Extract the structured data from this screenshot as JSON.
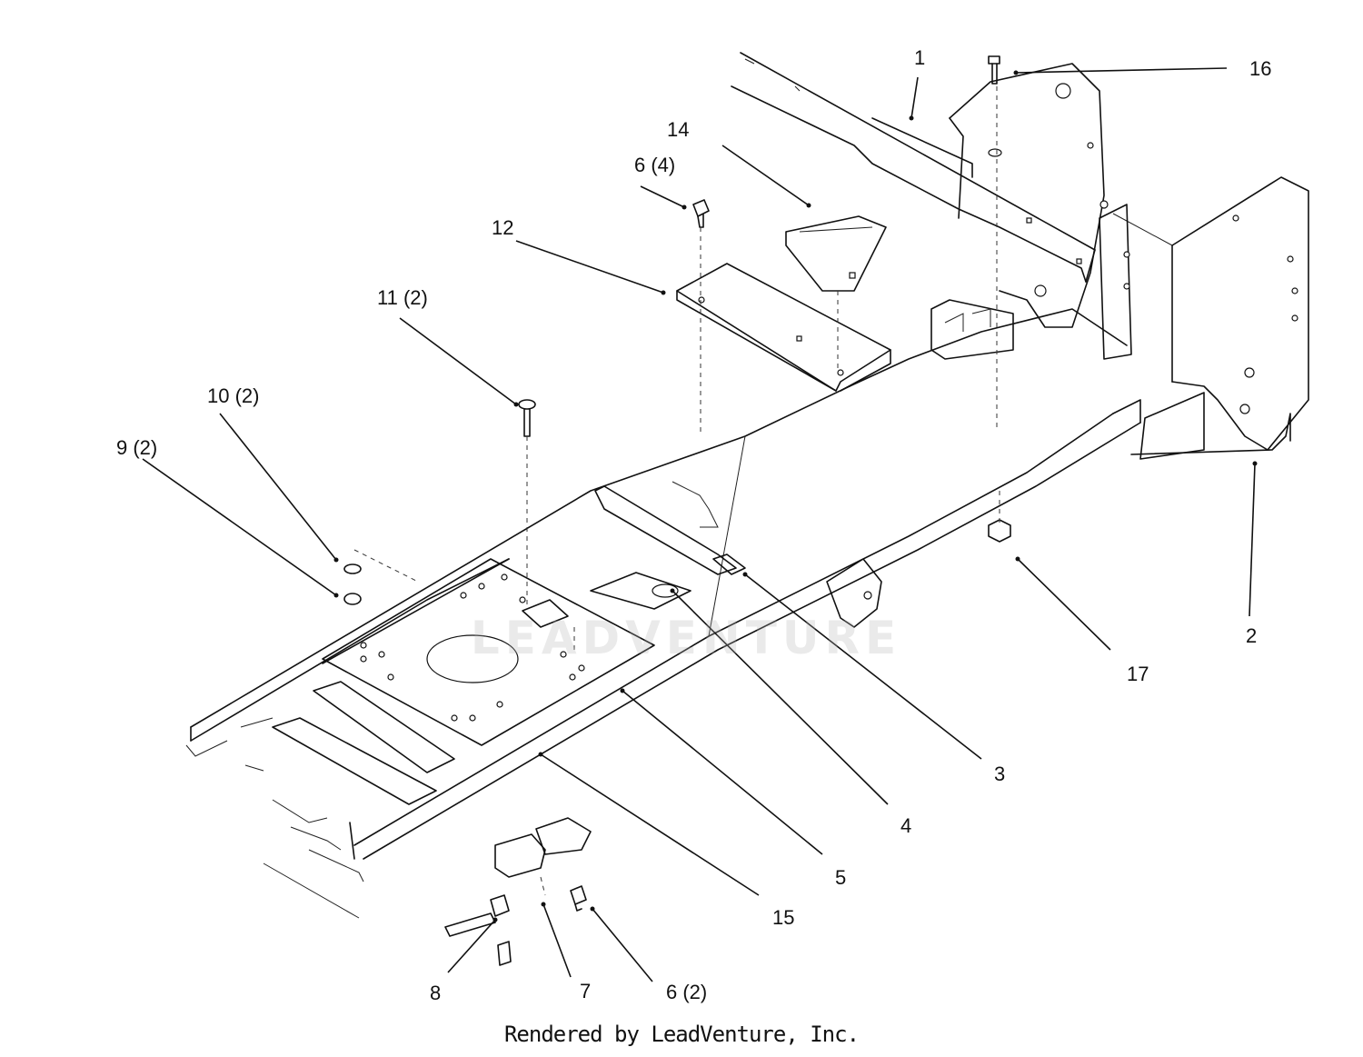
{
  "callouts": [
    {
      "id": "1",
      "text": "1"
    },
    {
      "id": "16",
      "text": "16"
    },
    {
      "id": "14",
      "text": "14"
    },
    {
      "id": "6a",
      "text": "6 (4)"
    },
    {
      "id": "12",
      "text": "12"
    },
    {
      "id": "11",
      "text": "11 (2)"
    },
    {
      "id": "10",
      "text": "10 (2)"
    },
    {
      "id": "9",
      "text": "9 (2)"
    },
    {
      "id": "2",
      "text": "2"
    },
    {
      "id": "17",
      "text": "17"
    },
    {
      "id": "3",
      "text": "3"
    },
    {
      "id": "4",
      "text": "4"
    },
    {
      "id": "5",
      "text": "5"
    },
    {
      "id": "15",
      "text": "15"
    },
    {
      "id": "8",
      "text": "8"
    },
    {
      "id": "7",
      "text": "7"
    },
    {
      "id": "6b",
      "text": "6 (2)"
    }
  ],
  "watermark": "LEADVENTURE",
  "credit": "Rendered by LeadVenture, Inc."
}
